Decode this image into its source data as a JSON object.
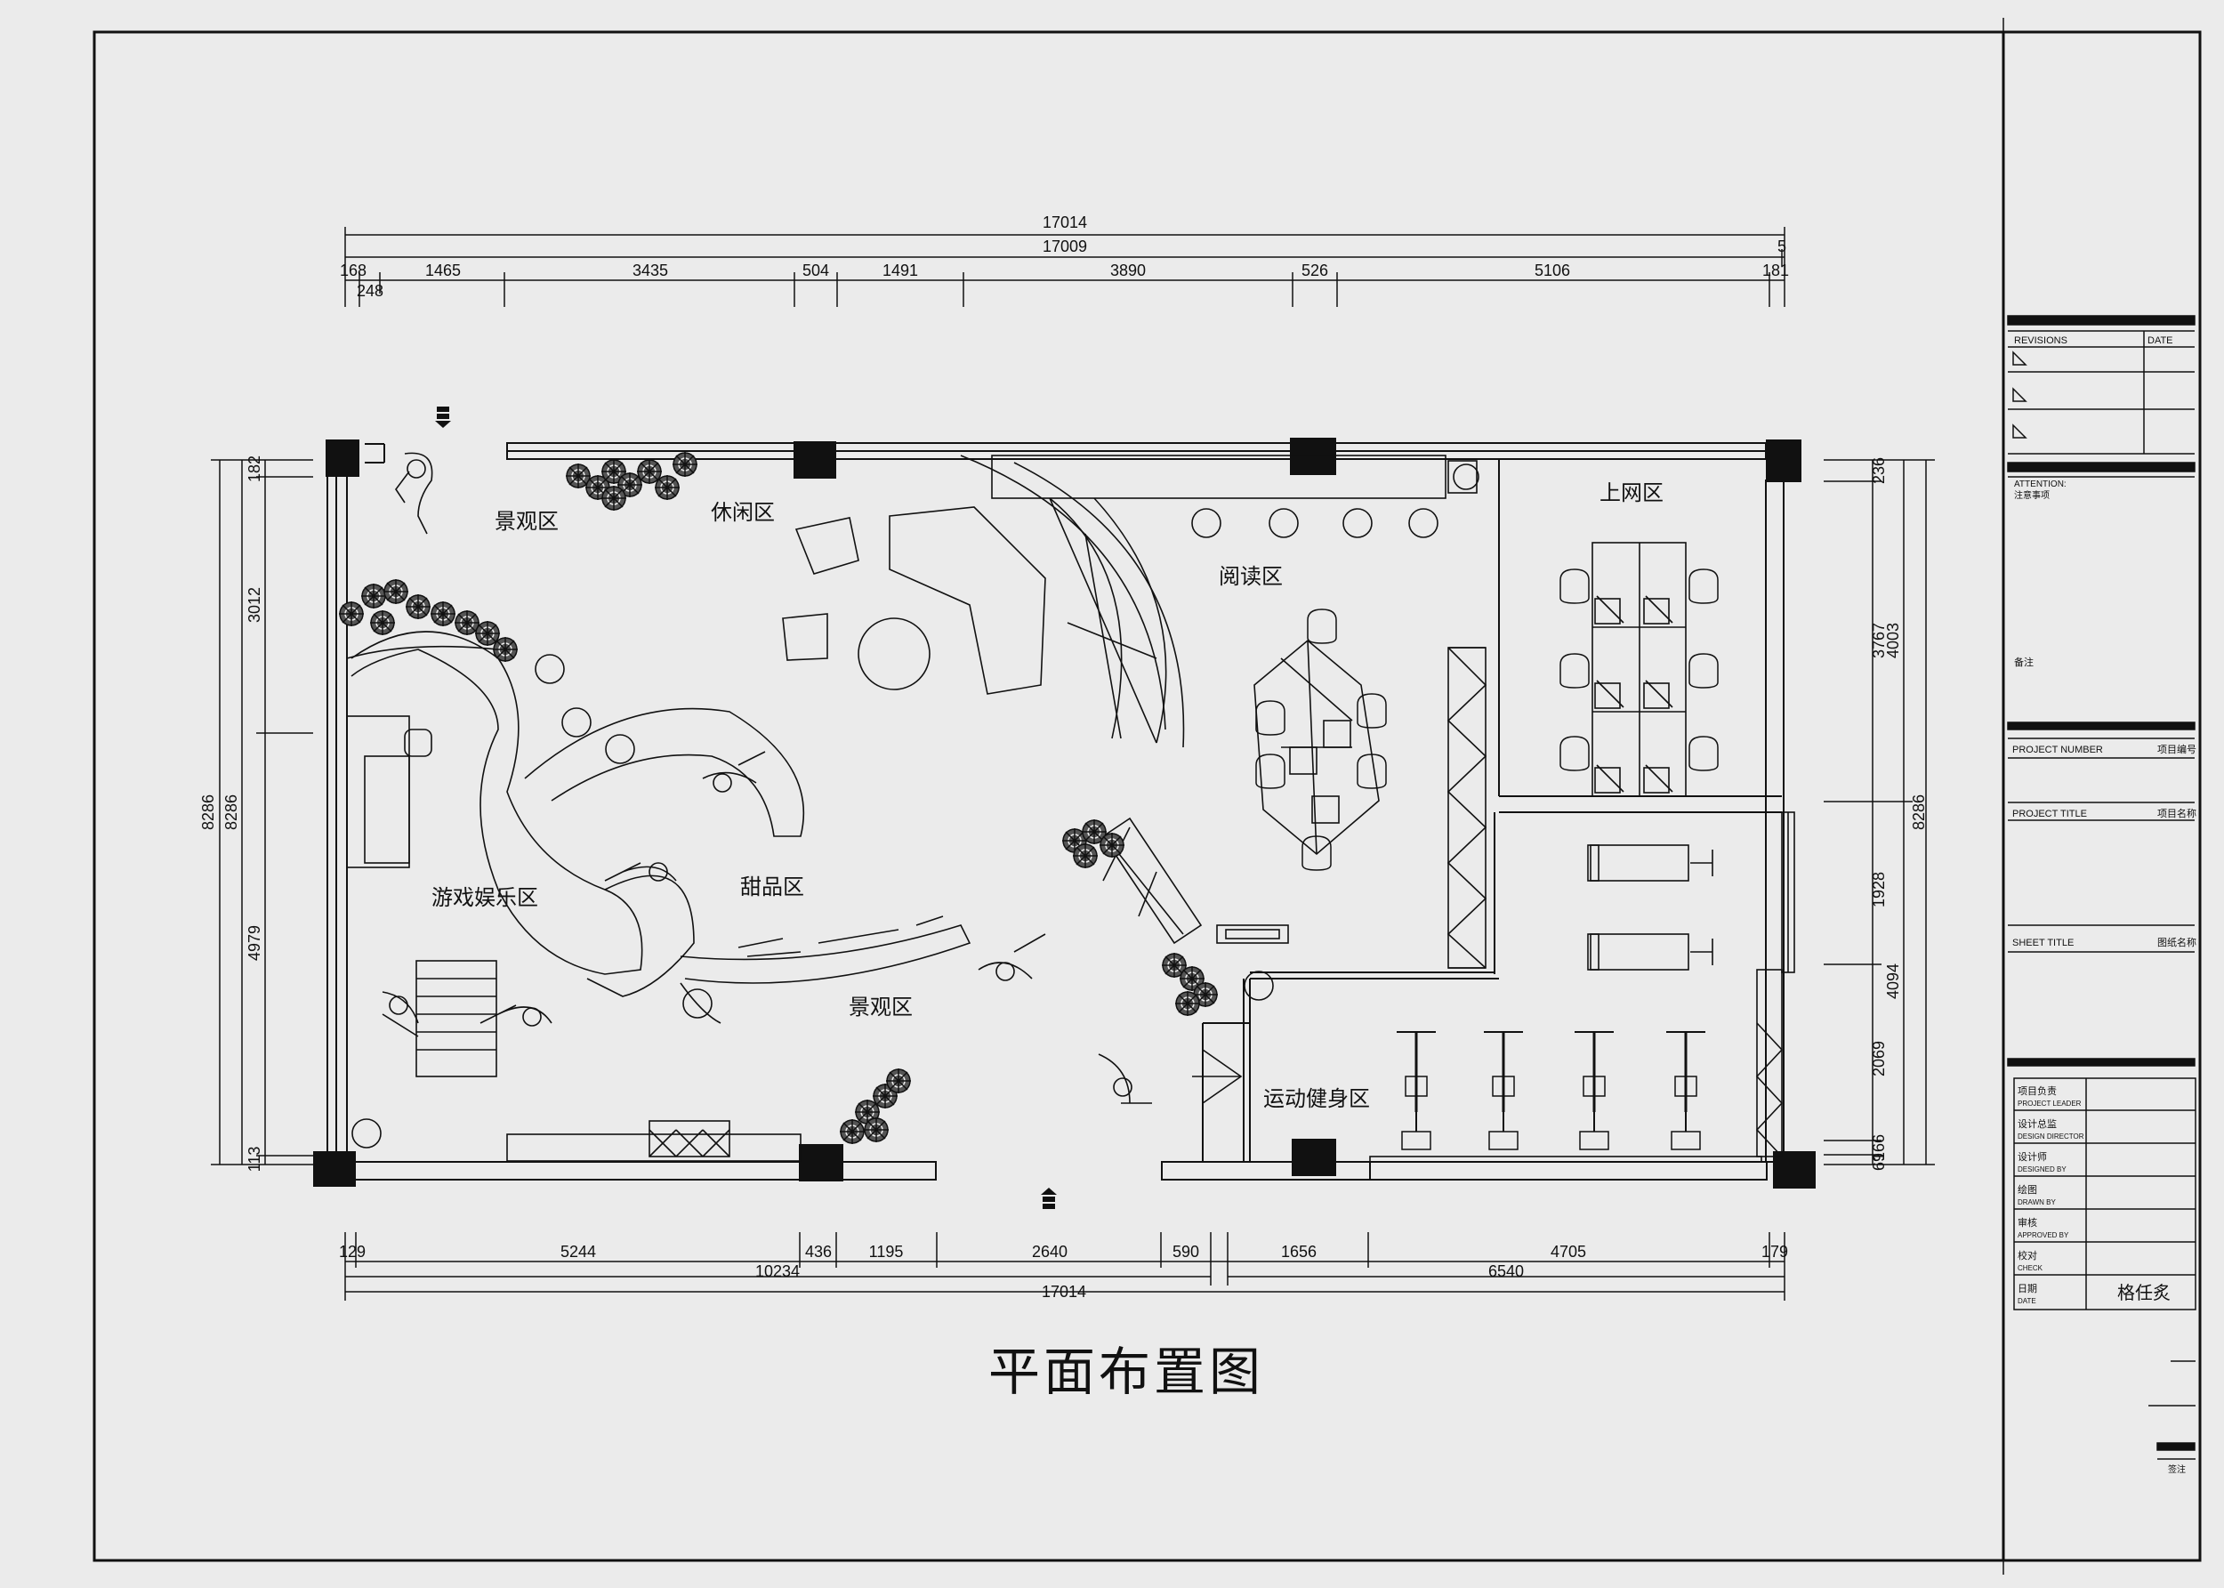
{
  "drawing_title": "平面布置图",
  "zones": {
    "landscape_top": "景观区",
    "leisure": "休闲区",
    "reading": "阅读区",
    "internet": "上网区",
    "game": "游戏娱乐区",
    "dessert": "甜品区",
    "landscape_bottom": "景观区",
    "fitness": "运动健身区"
  },
  "dims_top": {
    "overall_outer": "17014",
    "overall_inner": "17009",
    "small_right": "5",
    "segments": [
      "168",
      "1465",
      "3435",
      "504",
      "1491",
      "3890",
      "526",
      "5106",
      "181"
    ],
    "sub_248": "248"
  },
  "dims_bottom": {
    "segments": [
      "129",
      "5244",
      "436",
      "1195",
      "2640",
      "590",
      "1656",
      "4705",
      "179"
    ],
    "left_total": "10234",
    "right_total": "6540",
    "overall": "17014"
  },
  "dims_left": {
    "outer": "8286",
    "inner": "8286",
    "segments": [
      "182",
      "3012",
      "4979",
      "113"
    ]
  },
  "dims_right": {
    "outer": "8286",
    "mid": [
      "4003",
      "4094"
    ],
    "segments": [
      "236",
      "3767",
      "1928",
      "2069",
      "166",
      "69"
    ]
  },
  "title_block": {
    "revisions_label": "REVISIONS",
    "date_label": "DATE",
    "attention_label": "ATTENTION:",
    "attention_sub": "注意事项",
    "note_label": "备注",
    "project_number_label": "PROJECT NUMBER",
    "project_number_value": "项目编号",
    "project_title_label": "PROJECT TITLE",
    "project_title_value": "项目名称",
    "sheet_title_label": "SHEET TITLE",
    "sheet_title_value": "图纸名称",
    "rows": [
      {
        "cn": "项目负责",
        "en": "PROJECT LEADER"
      },
      {
        "cn": "设计总监",
        "en": "DESIGN DIRECTOR"
      },
      {
        "cn": "设计师",
        "en": "DESIGNED BY"
      },
      {
        "cn": "绘图",
        "en": "DRAWN BY"
      },
      {
        "cn": "审核",
        "en": "APPROVED BY"
      },
      {
        "cn": "校对",
        "en": "CHECK"
      },
      {
        "cn": "日期",
        "en": "DATE"
      }
    ],
    "designer_name": "格任炙",
    "sign_label": "签注"
  }
}
